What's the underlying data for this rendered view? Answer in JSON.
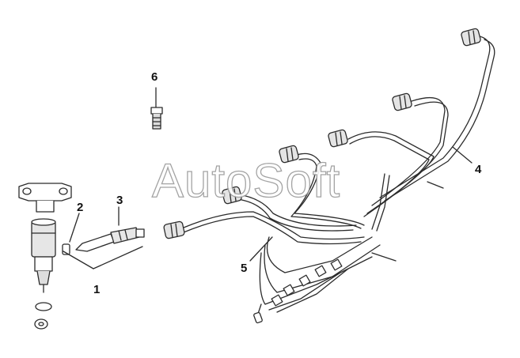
{
  "watermark": "AutoSoft",
  "callouts": {
    "c1": "1",
    "c2": "2",
    "c3": "3",
    "c4": "4",
    "c5": "5",
    "c6": "6"
  },
  "colors": {
    "line": "#2b2b2b",
    "fill": "#ffffff",
    "shade": "#d8d8d8",
    "watermark_stroke": "#9a9a9a"
  }
}
